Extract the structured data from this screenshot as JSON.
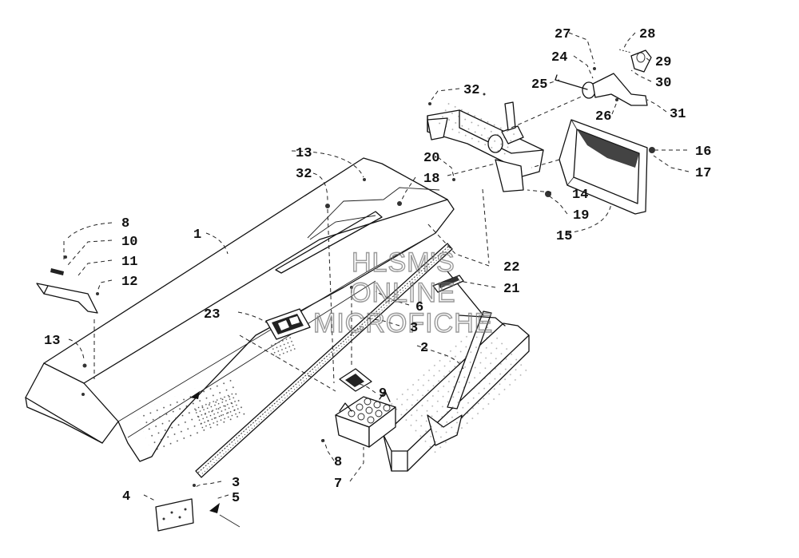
{
  "watermark": [
    "HLSM'S",
    "ONLINE",
    "MICROFICHE"
  ],
  "callouts": [
    "1",
    "2",
    "3",
    "3",
    "4",
    "5",
    "6",
    "7",
    "8",
    "8",
    "9",
    "10",
    "11",
    "12",
    "13",
    "13",
    "14",
    "15",
    "16",
    "17",
    "18",
    "19",
    "20",
    "21",
    "22",
    "23",
    "24",
    "25",
    "26",
    "27",
    "28",
    "29",
    "30",
    "31",
    "32",
    "32"
  ]
}
